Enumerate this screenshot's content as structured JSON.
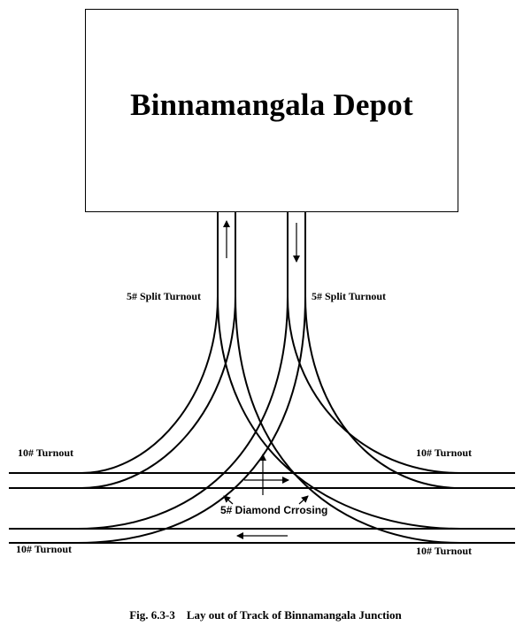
{
  "depot": {
    "name": "Binnamangala Depot"
  },
  "labels": {
    "split_turnout_left": "5# Split Turnout",
    "split_turnout_right": "5# Split Turnout",
    "turnout_top_left": "10# Turnout",
    "turnout_top_right": "10# Turnout",
    "turnout_bottom_left": "10# Turnout",
    "turnout_bottom_right": "10# Turnout",
    "diamond_crossing": "5# Diamond Crrosing"
  },
  "caption": "Fig. 6.3-3    Lay out of Track of Binnamangala Junction"
}
